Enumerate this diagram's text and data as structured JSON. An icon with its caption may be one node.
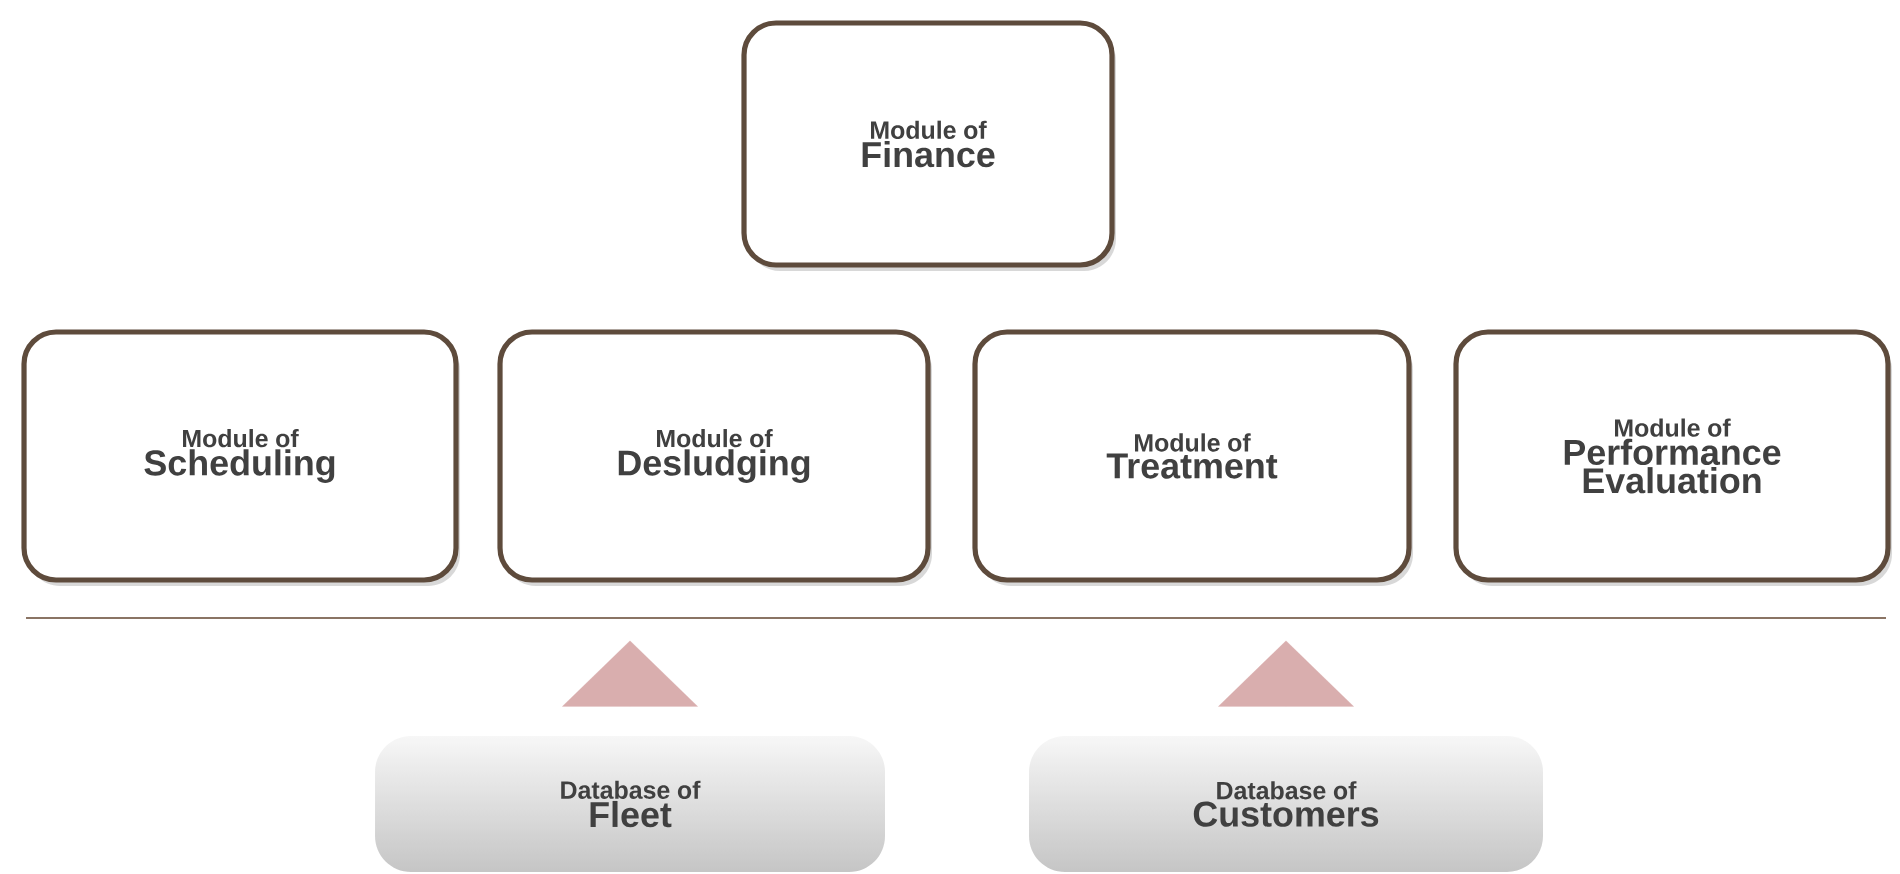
{
  "diagram": {
    "nodes": [
      {
        "text": [
          "Module of",
          "Finance"
        ]
      },
      {
        "text": [
          "Module of",
          "Scheduling"
        ]
      },
      {
        "text": [
          "Module of",
          "Desludging"
        ]
      },
      {
        "text": [
          "Module of",
          "Treatment"
        ]
      },
      {
        "text": [
          "Module of",
          "Performance Evaluation"
        ]
      },
      {
        "text": [
          "Database of",
          "Fleet"
        ]
      },
      {
        "text": [
          "Database of",
          "Customers"
        ]
      }
    ],
    "edges": [
      {
        "from": 5,
        "to": 2,
        "arrow": "to"
      },
      {
        "from": 6,
        "to": 3,
        "arrow": "to"
      }
    ]
  }
}
